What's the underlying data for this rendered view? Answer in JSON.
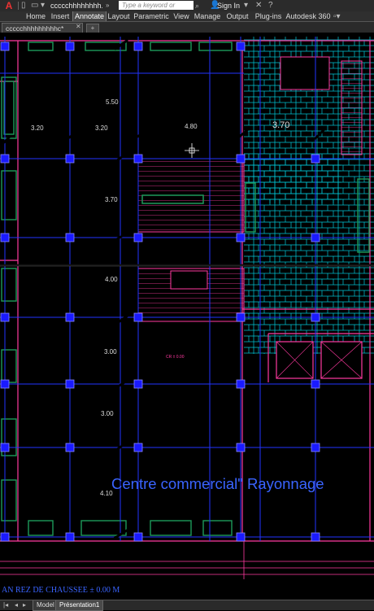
{
  "app": {
    "doc_title": "ccccchhhhhhhh...",
    "search_placeholder": "Type a keyword or phrase",
    "signin": "Sign In"
  },
  "ribbon_tabs": [
    {
      "label": "Home",
      "active": false
    },
    {
      "label": "Insert",
      "active": false
    },
    {
      "label": "Annotate",
      "active": true
    },
    {
      "label": "Layout",
      "active": false
    },
    {
      "label": "Parametric",
      "active": false
    },
    {
      "label": "View",
      "active": false
    },
    {
      "label": "Manage",
      "active": false
    },
    {
      "label": "Output",
      "active": false
    },
    {
      "label": "Plug-ins",
      "active": false
    },
    {
      "label": "Autodesk 360",
      "active": false
    }
  ],
  "file_tab": {
    "label": "ccccchhhhhhhhhc*"
  },
  "drawing": {
    "dims": [
      "5.50",
      "3.20",
      "3.20",
      "4.80",
      "3.70",
      "3.70",
      "4.00",
      "3.00",
      "3.00",
      "4.10"
    ],
    "title_text": "Centre commercial\" Rayonnage ",
    "plan_label": "AN REZ DE CHAUSSEE ± 0.00 M",
    "small_note": "CR ± 0.00",
    "colors": {
      "grid": "#2233ff",
      "walls": "#ff3aa0",
      "tiles": "#00c8d8",
      "green": "#1d9a5a",
      "text": "#dddddd",
      "title": "#3a64ff"
    }
  },
  "layout_tabs": [
    {
      "label": "Model",
      "active": false
    },
    {
      "label": "Présentation1",
      "active": true
    }
  ]
}
